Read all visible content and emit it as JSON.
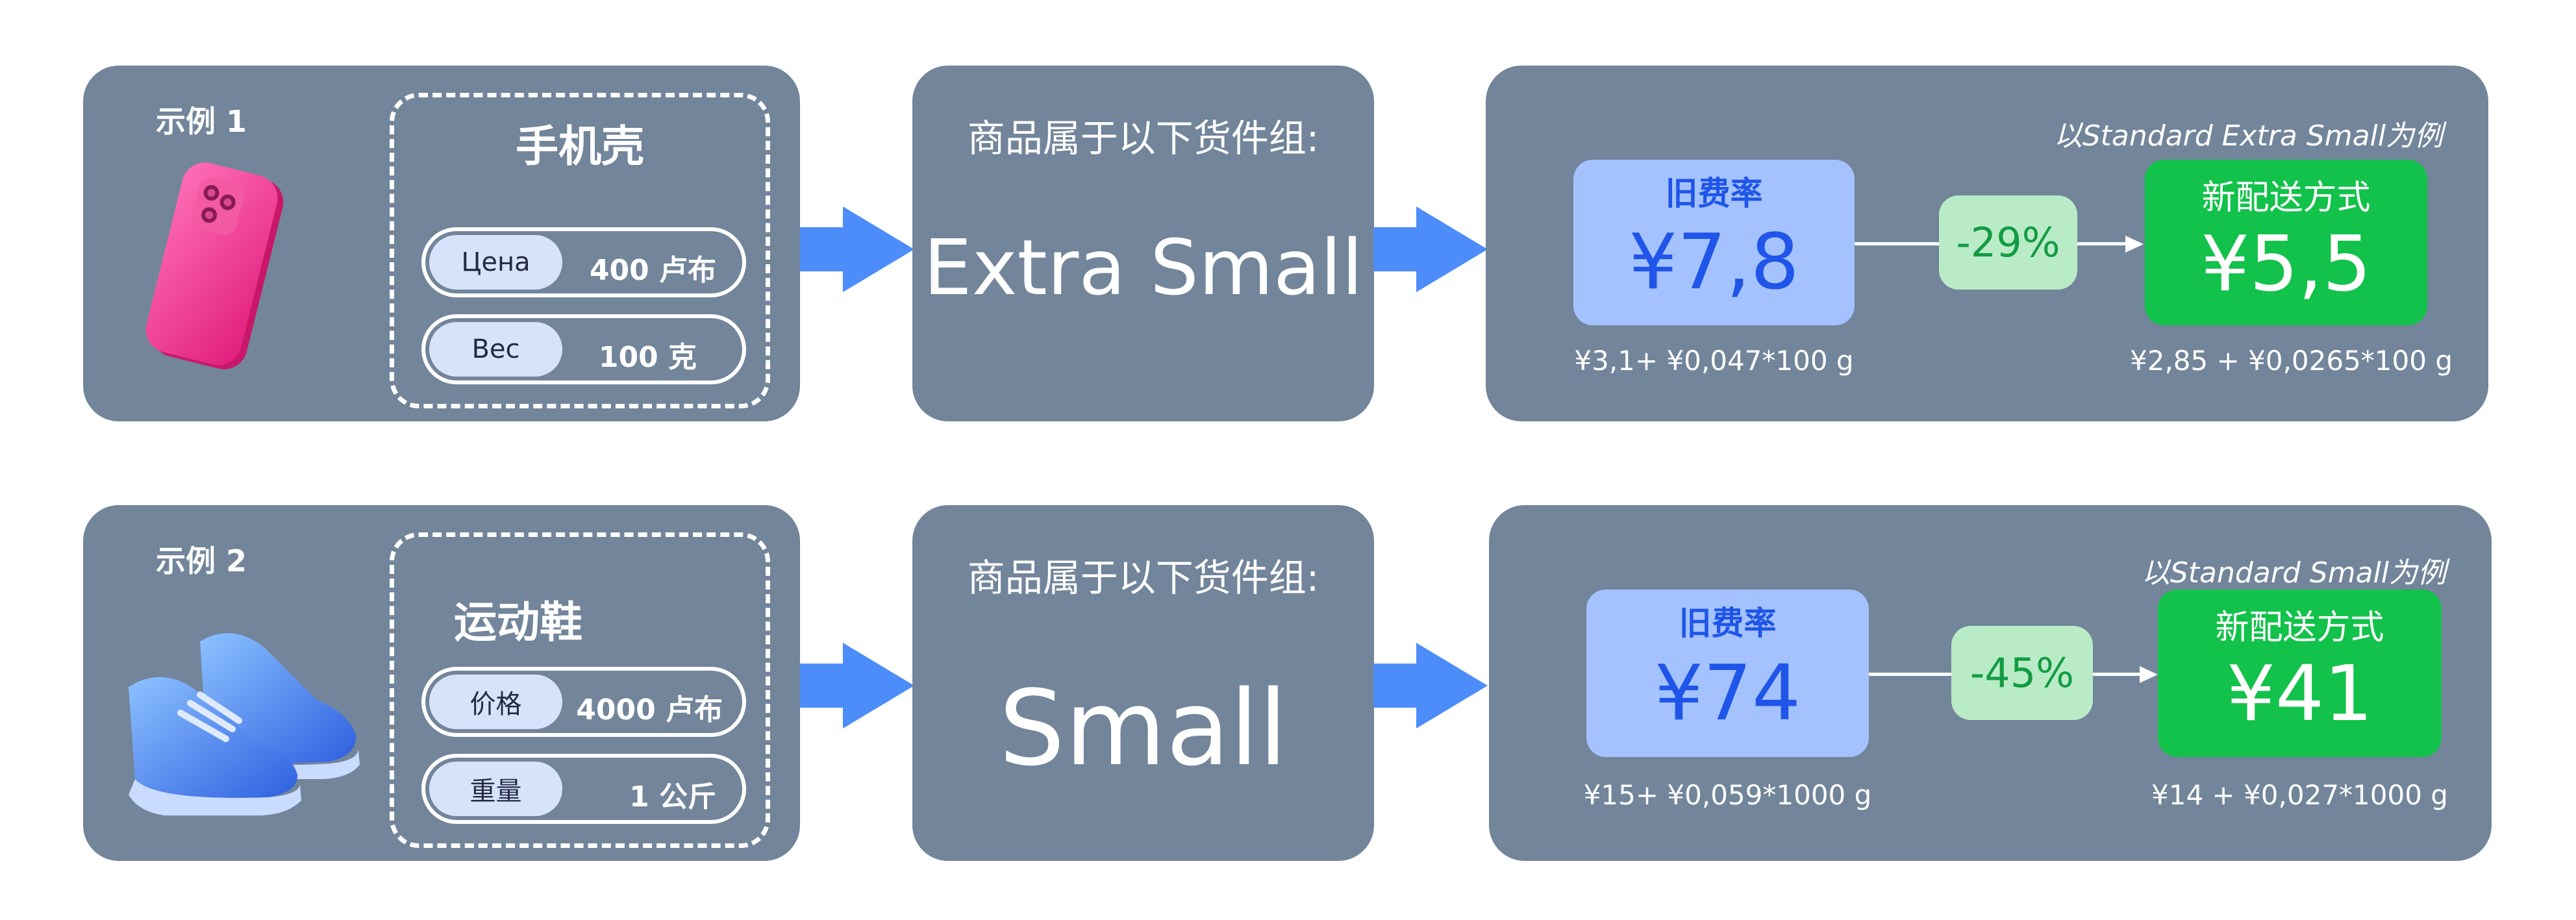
{
  "colors": {
    "card": "#72859a",
    "arrow": "#4d8dfa",
    "old_rate_bg": "#a4c2ff",
    "old_rate_text": "#1f55e8",
    "new_rate_bg": "#12c24a",
    "pct_bg": "#b9ecc6",
    "pct_text": "#139b43"
  },
  "examples": [
    {
      "label": "示例 1",
      "product_icon": "pink-phone-case-image",
      "product": "手机壳",
      "attributes": [
        {
          "key": "Цена",
          "value": "400 卢布"
        },
        {
          "key": "Вес",
          "value": "100 克"
        }
      ],
      "belongs_text": "商品属于以下货件组:",
      "group": "Extra Small",
      "caption": "以Standard Extra Small为例",
      "old_rate_label": "旧费率",
      "old_rate_value": "¥7,8",
      "old_formula": "¥3,1+ ¥0,047*100 g",
      "change": "-29%",
      "new_rate_label": "新配送方式",
      "new_rate_value": "¥5,5",
      "new_formula": "¥2,85 + ¥0,0265*100 g"
    },
    {
      "label": "示例 2",
      "product_icon": "blue-sneakers-image",
      "product": "运动鞋",
      "attributes": [
        {
          "key": "价格",
          "value": "4000 卢布"
        },
        {
          "key": "重量",
          "value": "1 公斤"
        }
      ],
      "belongs_text": "商品属于以下货件组:",
      "group": "Small",
      "caption": "以Standard Small为例",
      "old_rate_label": "旧费率",
      "old_rate_value": "¥74",
      "old_formula": "¥15+ ¥0,059*1000 g",
      "change": "-45%",
      "new_rate_label": "新配送方式",
      "new_rate_value": "¥41",
      "new_formula": "¥14 + ¥0,027*1000 g"
    }
  ]
}
